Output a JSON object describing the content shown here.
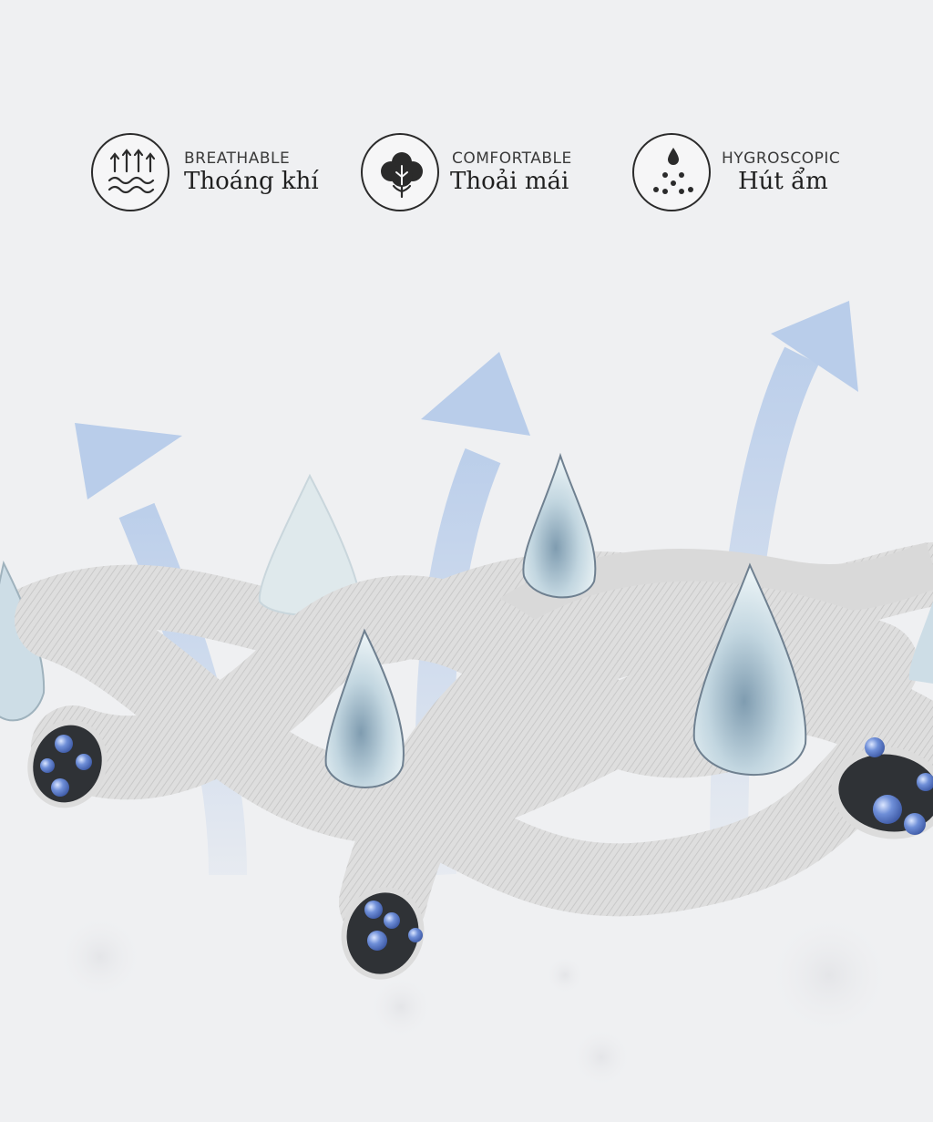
{
  "badges": [
    {
      "icon": "breathable-icon",
      "en": "BREATHABLE",
      "vi": "Thoáng khí"
    },
    {
      "icon": "cotton-icon",
      "en": "COMFORTABLE",
      "vi": "Thoải mái"
    },
    {
      "icon": "droplets-icon",
      "en": "HYGROSCOPIC",
      "vi": "Hút ẩm"
    }
  ],
  "colors": {
    "background": "#eff0f2",
    "arrow": "#b9cdea",
    "fiber": "#dcdcdc",
    "droplet": "#a9c6d6",
    "bubble": "#5b7fd0",
    "icon_stroke": "#2b2b2b"
  }
}
